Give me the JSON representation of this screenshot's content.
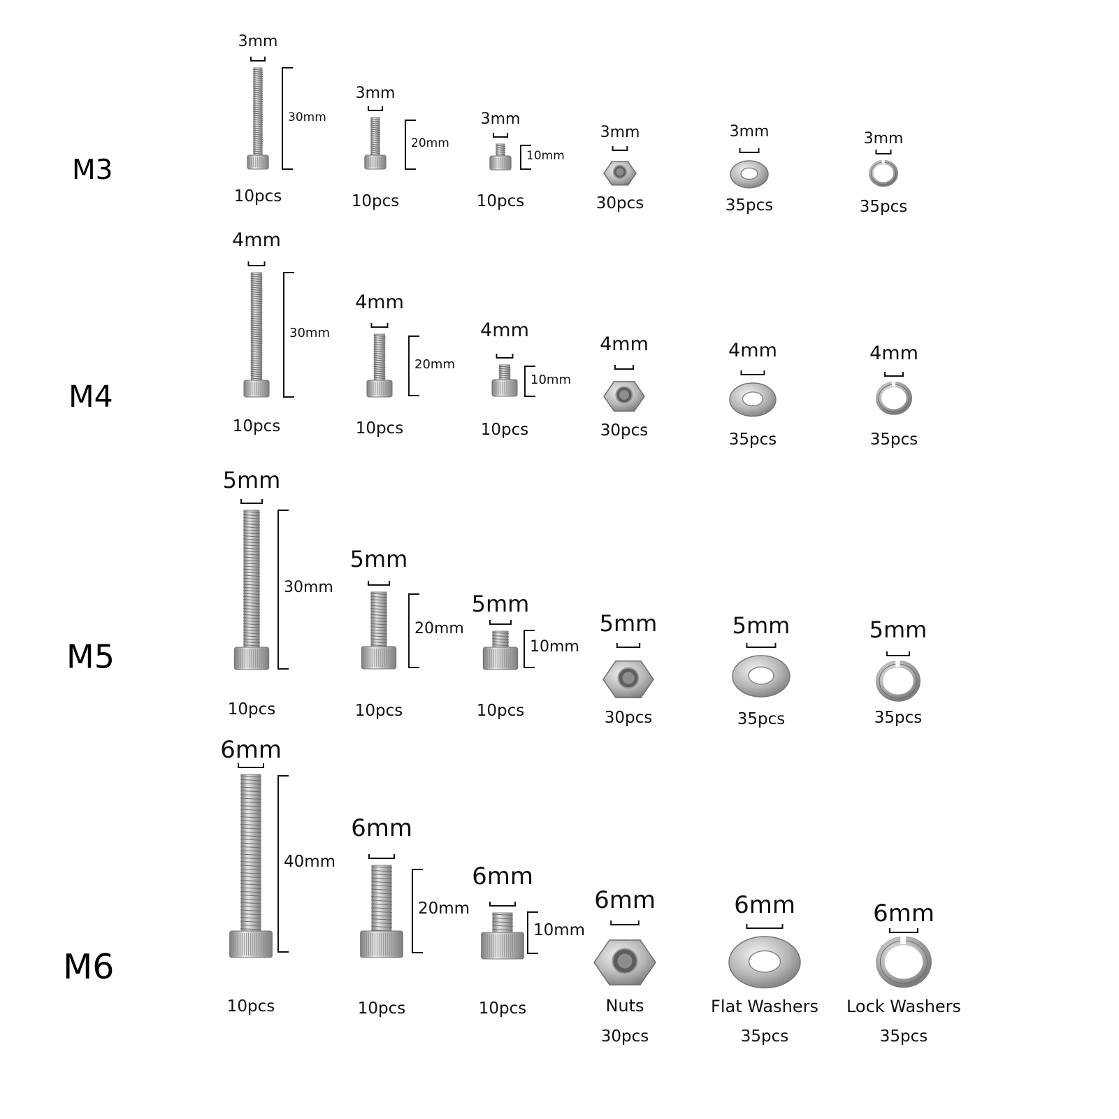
{
  "rows": [
    {
      "label": "M3",
      "items": [
        {
          "type": "bolt",
          "diameter": "3mm",
          "length": "30mm",
          "qty": "10pcs"
        },
        {
          "type": "bolt",
          "diameter": "3mm",
          "length": "20mm",
          "qty": "10pcs"
        },
        {
          "type": "bolt",
          "diameter": "3mm",
          "length": "10mm",
          "qty": "10pcs"
        },
        {
          "type": "nut",
          "diameter": "3mm",
          "qty": "30pcs"
        },
        {
          "type": "flat-washer",
          "diameter": "3mm",
          "qty": "35pcs"
        },
        {
          "type": "lock-washer",
          "diameter": "3mm",
          "qty": "35pcs"
        }
      ]
    },
    {
      "label": "M4",
      "items": [
        {
          "type": "bolt",
          "diameter": "4mm",
          "length": "30mm",
          "qty": "10pcs"
        },
        {
          "type": "bolt",
          "diameter": "4mm",
          "length": "20mm",
          "qty": "10pcs"
        },
        {
          "type": "bolt",
          "diameter": "4mm",
          "length": "10mm",
          "qty": "10pcs"
        },
        {
          "type": "nut",
          "diameter": "4mm",
          "qty": "30pcs"
        },
        {
          "type": "flat-washer",
          "diameter": "4mm",
          "qty": "35pcs"
        },
        {
          "type": "lock-washer",
          "diameter": "4mm",
          "qty": "35pcs"
        }
      ]
    },
    {
      "label": "M5",
      "items": [
        {
          "type": "bolt",
          "diameter": "5mm",
          "length": "30mm",
          "qty": "10pcs"
        },
        {
          "type": "bolt",
          "diameter": "5mm",
          "length": "20mm",
          "qty": "10pcs"
        },
        {
          "type": "bolt",
          "diameter": "5mm",
          "length": "10mm",
          "qty": "10pcs"
        },
        {
          "type": "nut",
          "diameter": "5mm",
          "qty": "30pcs"
        },
        {
          "type": "flat-washer",
          "diameter": "5mm",
          "qty": "35pcs"
        },
        {
          "type": "lock-washer",
          "diameter": "5mm",
          "qty": "35pcs"
        }
      ]
    },
    {
      "label": "M6",
      "items": [
        {
          "type": "bolt",
          "diameter": "6mm",
          "length": "40mm",
          "qty": "10pcs"
        },
        {
          "type": "bolt",
          "diameter": "6mm",
          "length": "20mm",
          "qty": "10pcs"
        },
        {
          "type": "bolt",
          "diameter": "6mm",
          "length": "10mm",
          "qty": "10pcs"
        },
        {
          "type": "nut",
          "diameter": "6mm",
          "qty": "30pcs",
          "name": "Nuts"
        },
        {
          "type": "flat-washer",
          "diameter": "6mm",
          "qty": "35pcs",
          "name": "Flat Washers"
        },
        {
          "type": "lock-washer",
          "diameter": "6mm",
          "qty": "35pcs",
          "name": "Lock Washers"
        }
      ]
    }
  ],
  "colors": {
    "metal_light": "#e6e6e6",
    "metal_mid": "#b7b7b7",
    "metal_dark": "#7d7d7d",
    "ink": "#111111"
  }
}
